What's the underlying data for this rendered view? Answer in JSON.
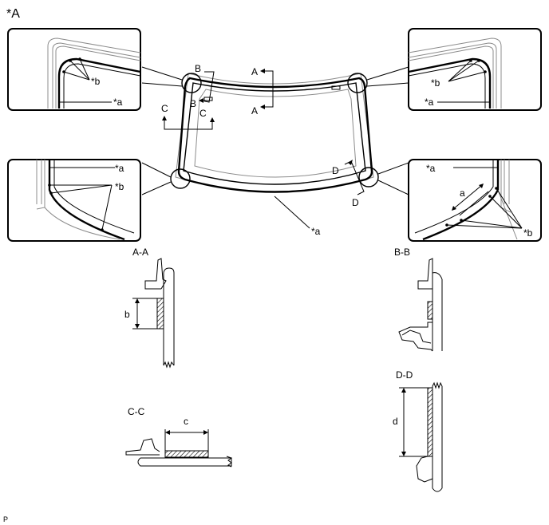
{
  "figure_id": "*A",
  "footer_code": "P",
  "callouts": {
    "a": "*a",
    "b": "*b"
  },
  "section_markers": {
    "A": "A",
    "B": "B",
    "C": "C",
    "D": "D"
  },
  "sections": {
    "aa": {
      "title": "A-A",
      "dim_label": "b"
    },
    "bb": {
      "title": "B-B"
    },
    "cc": {
      "title": "C-C",
      "dim_label": "c"
    },
    "dd": {
      "title": "D-D",
      "dim_label": "d"
    }
  },
  "detail_dim_label": "a"
}
